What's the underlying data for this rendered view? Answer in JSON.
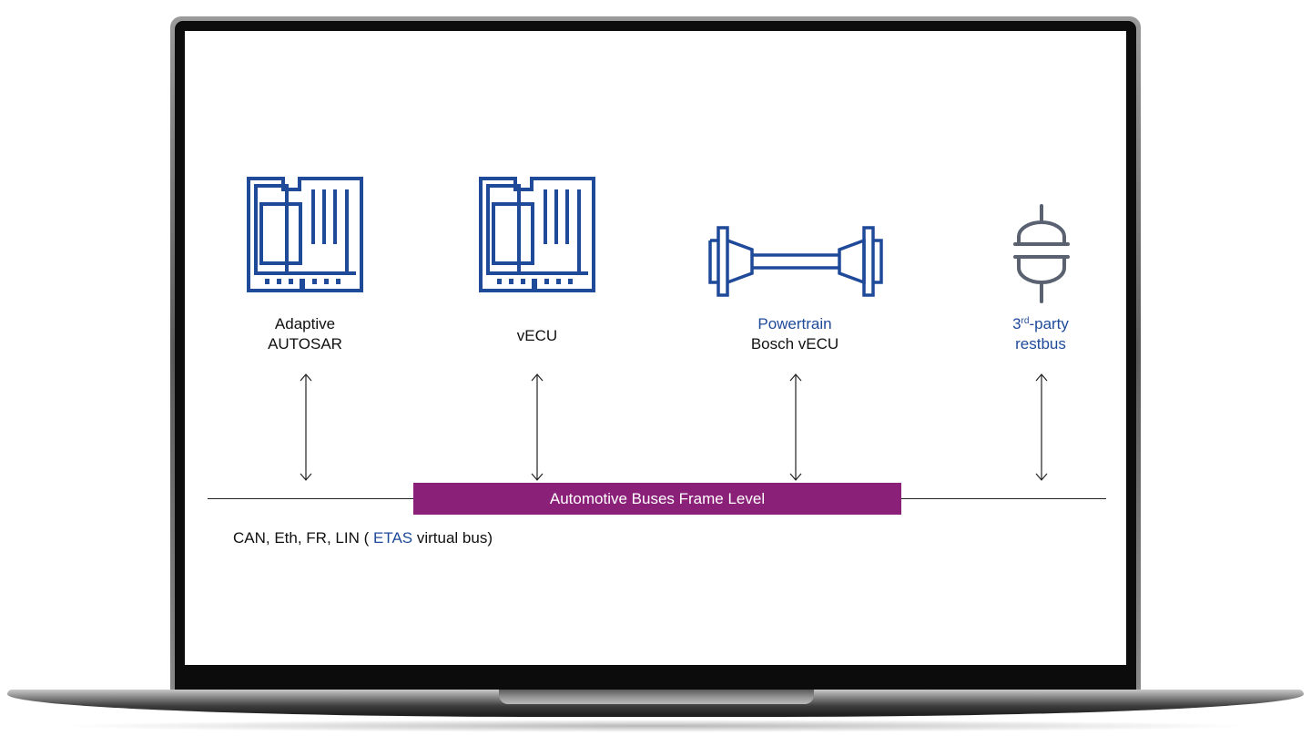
{
  "nodes": [
    {
      "line1": "Adaptive",
      "line2": "AUTOSAR",
      "icon": "ecu-board-icon"
    },
    {
      "line1": "vECU",
      "icon": "ecu-board-icon"
    },
    {
      "line1": "Powertrain",
      "line2": "Bosch vECU",
      "icon": "cable-connector-icon"
    },
    {
      "line1_main": "3",
      "line1_sup": "rd",
      "line1_rest": "-party",
      "line2": "restbus",
      "icon": "plug-icon"
    }
  ],
  "bus": {
    "label": "Automotive Buses Frame Level",
    "caption_prefix": "CAN, Eth, FR, LIN (",
    "caption_highlight": "ETAS",
    "caption_suffix": " virtual bus)"
  },
  "colors": {
    "icon_blue": "#1f4a9a",
    "plug_gray": "#5a6170",
    "bus_bar": "#8a2077",
    "highlight_text": "#1f4a9a"
  }
}
